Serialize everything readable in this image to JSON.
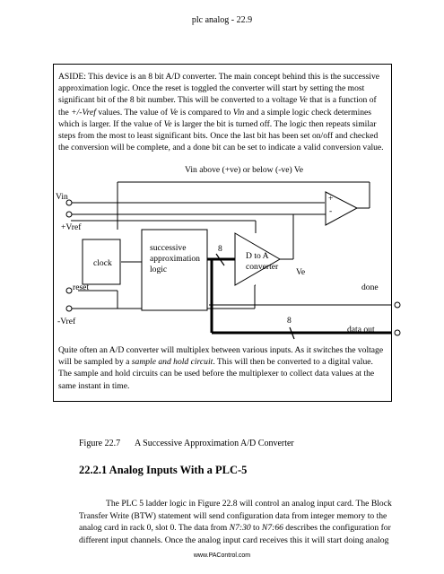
{
  "header": {
    "running_head": "plc analog - 22.9"
  },
  "aside": {
    "text_before_ve1": "ASIDE: This device is an 8 bit A/D converter. The main concept behind this is the successive approximation logic. Once the reset is toggled the converter will start by setting the most significant bit of the 8 bit number. This will be converted to a voltage ",
    "ve1": "Ve",
    "text_after_ve1": " that is a function of the ",
    "vref": "+/-Vref",
    "text_after_vref": " values. The value of ",
    "ve2": "Ve",
    "text_after_ve2": " is compared to ",
    "vin": "Vin",
    "text_after_vin": " and a simple logic check determines which is larger. If the value of ",
    "ve3": "Ve",
    "text_end": " is larger the bit is turned off. The logic then repeats similar steps from the most to least significant bits. Once the last bit has been set on/off and checked the conversion will be complete, and a done bit can be set to indicate a valid conversion value."
  },
  "diagram": {
    "comparator_caption": "Vin above (+ve) or below (-ve) Ve",
    "vin_label": "Vin",
    "vref_plus_label": "+Vref",
    "vref_minus_label": "-Vref",
    "reset_label": "reset",
    "done_label": "done",
    "clock_label": "clock",
    "sal_label_1": "successive",
    "sal_label_2": "approximation",
    "sal_label_3": "logic",
    "bus_width_1": "8",
    "bus_width_2": "8",
    "dac_label_1": "D to A",
    "dac_label_2": "converter",
    "ve_label": "Ve",
    "plus_sign": "+",
    "minus_sign": "-",
    "data_out_label": "data out"
  },
  "aside_bottom": {
    "text_before_sh": "Quite often an A/D converter will multiplex between various inputs. As it switches the voltage will be sampled by a ",
    "sample_hold": "sample and hold circuit",
    "text_after_sh": ". This will then be converted to a digital value. The sample and hold circuits can be used before the multiplexer to collect data values at the same instant in time."
  },
  "figure": {
    "number": "Figure 22.7",
    "title": "A Successive Approximation A/D Converter"
  },
  "section": {
    "heading": "22.2.1 Analog Inputs With a PLC-5"
  },
  "body": {
    "text_before_n1": "The PLC 5 ladder logic in Figure 22.8 will control an analog input card. The Block Transfer Write (BTW) statement will send configuration data from integer memory to the analog card in rack 0, slot 0. The data from ",
    "n1": "N7:30",
    "text_mid": " to ",
    "n2": "N7:66",
    "text_end": " describes the configuration for different input channels. Once the analog input card receives this it will start doing analog"
  },
  "footer": {
    "site": "www.PAControl.com"
  }
}
